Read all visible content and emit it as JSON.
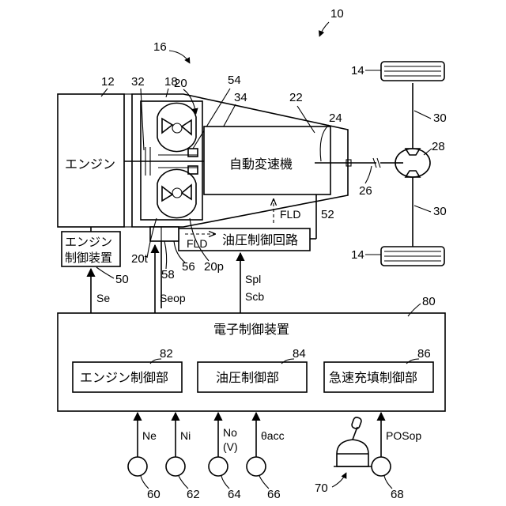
{
  "refs": {
    "vehicle": "10",
    "power_transmission": "16",
    "engine": "12",
    "crankshaft": "32",
    "case": "18",
    "torque_converter": "20",
    "pump_drive_shaft": "54",
    "input_shaft": "34",
    "transmission": "22",
    "output_shaft": "24",
    "propeller_shaft": "26",
    "differential": "28",
    "axle_upper": "30",
    "axle_lower": "30",
    "wheel_upper": "14",
    "wheel_lower": "14",
    "hydraulic_line": "52",
    "turbine": "20t",
    "pump_impeller": "20p",
    "oil_pump": "56",
    "pump_sub": "58",
    "engine_ctrl_device": "50",
    "ecu": "80",
    "engine_ctrl_unit": "82",
    "hydraulic_ctrl_unit": "84",
    "rapid_fill_ctrl_unit": "86",
    "sensor_ne": "60",
    "sensor_ni": "62",
    "sensor_no": "64",
    "sensor_acc": "66",
    "sensor_pos": "68",
    "shift_lever": "70"
  },
  "labels": {
    "engine": "エンジン",
    "transmission": "自動変速機",
    "hydraulic_circuit": "油圧制御回路",
    "engine_ctrl_line1": "エンジン",
    "engine_ctrl_line2": "制御装置",
    "ecu": "電子制御装置",
    "engine_ctrl_unit": "エンジン制御部",
    "hydraulic_ctrl_unit": "油圧制御部",
    "rapid_fill_ctrl_unit": "急速充填制御部",
    "fld_upper": "FLD",
    "fld_lower": "FLD"
  },
  "signals": {
    "se": "Se",
    "seop": "Seop",
    "spl": "Spl",
    "scb": "Scb",
    "ne": "Ne",
    "ni": "Ni",
    "no": "No",
    "no_v": "(V)",
    "theta_acc": "θacc",
    "pos_op": "POSop"
  }
}
